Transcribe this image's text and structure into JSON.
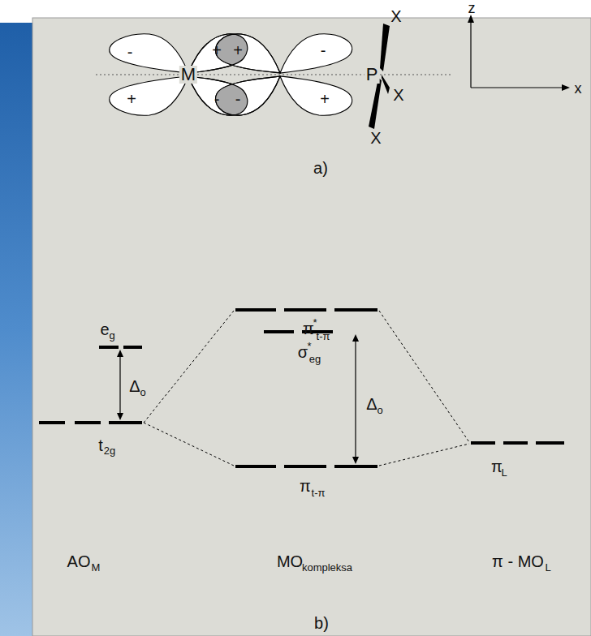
{
  "diagram": {
    "labels": [
      "-",
      "+",
      "+",
      "+",
      "-",
      "-",
      "-",
      "+",
      "M",
      "P",
      "X",
      "X",
      "X",
      "z",
      "x",
      "a)",
      "e",
      "g",
      "Δ",
      "o",
      "t",
      "2g",
      "π",
      "*",
      "t-π",
      "σ",
      "*",
      "eg",
      "Δ",
      "o",
      "π",
      "t-π",
      "π",
      "L",
      "AO",
      "M",
      "MO",
      "kompleksa",
      "π - MO",
      "L",
      "b)"
    ]
  }
}
